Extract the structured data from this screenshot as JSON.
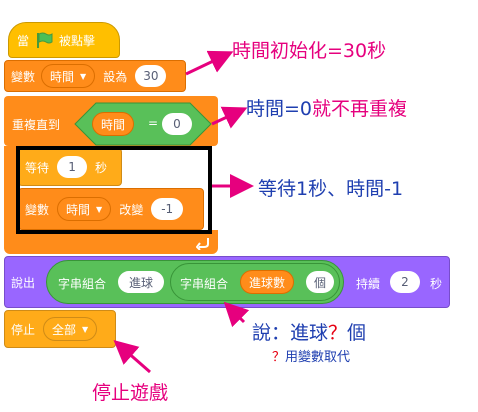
{
  "hat_block": {
    "label": "當",
    "suffix": "被點擊",
    "flag_color": "#4cbf56"
  },
  "set_var": {
    "label": "變數",
    "var_name": "時間",
    "mid": "設為",
    "value": "30"
  },
  "repeat_until": {
    "label": "重複直到",
    "var_name": "時間",
    "op": "=",
    "value": "0"
  },
  "wait": {
    "label": "等待",
    "value": "1",
    "unit": "秒"
  },
  "change_var": {
    "label": "變數",
    "var_name": "時間",
    "mid": "改變",
    "value": "-1"
  },
  "say": {
    "label": "說出",
    "join_label_1": "字串組合",
    "join1_value": "進球",
    "join_label_2": "字串組合",
    "reporter": "進球數",
    "join2_value": "個",
    "for_label": "持續",
    "secs": "2",
    "unit": "秒"
  },
  "stop": {
    "label": "停止",
    "option": "全部"
  },
  "annotations": {
    "a1": "時間初始化=30秒",
    "a2": {
      "p1": "時間=0",
      "p2": "就不再重複"
    },
    "a3": "等待1秒、時間-1",
    "a4": {
      "p1": "說：進球",
      "p2": "？",
      "p3": "個"
    },
    "a5": {
      "p1": "？",
      "p2": "用變數取代"
    },
    "a6": "停止遊戲"
  },
  "colors": {
    "events": "#ffbf00",
    "variables": "#ff8c1a",
    "control": "#ffab19",
    "operators": "#59c059",
    "looks": "#9966ff",
    "annotation_pink": "#e6007e",
    "annotation_blue": "#1f3fb0",
    "annotation_red": "#e60012"
  }
}
